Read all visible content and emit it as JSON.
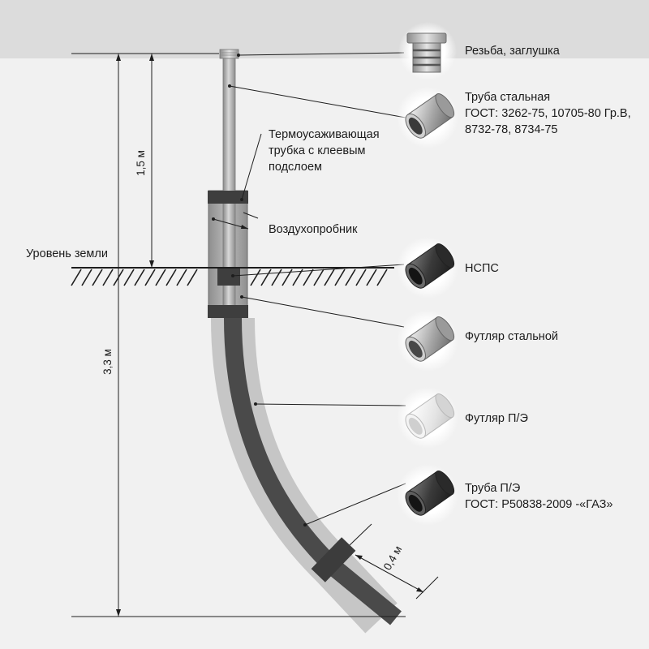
{
  "labels": {
    "thread_plug": "Резьба, заглушка",
    "steel_pipe_title": "Труба стальная",
    "steel_pipe_gost_1": "ГОСТ: 3262-75, 10705-80 Гр.В,",
    "steel_pipe_gost_2": "8732-78, 8734-75",
    "heat_shrink_1": "Термоусаживающая",
    "heat_shrink_2": "трубка с клеевым",
    "heat_shrink_3": "подслоем",
    "air_sampler": "Воздухопробник",
    "ground_level": "Уровень земли",
    "nsps": "НСПС",
    "steel_casing": "Футляр стальной",
    "pe_casing": "Футляр П/Э",
    "pe_pipe_title": "Труба П/Э",
    "pe_pipe_gost": "ГОСТ: Р50838-2009 -«ГАЗ»"
  },
  "dimensions": {
    "above_ground": "1,5 м",
    "total_depth": "3,3 м",
    "section": "0,4 м"
  },
  "icons": {
    "plug": "threaded-plug-icon",
    "steel_pipe": "steel-pipe-icon",
    "nsps": "nsps-pipe-icon",
    "steel_casing": "steel-casing-icon",
    "pe_casing": "pe-casing-icon",
    "pe_pipe": "pe-pipe-icon"
  },
  "colors": {
    "background": "#f1f1f1",
    "top_band": "#dcdcdc",
    "steel": "#a8a8a8",
    "dark_band": "#3e3e3e",
    "pe_casing": "#c6c6c6",
    "pe_pipe": "#4a4a4a"
  }
}
